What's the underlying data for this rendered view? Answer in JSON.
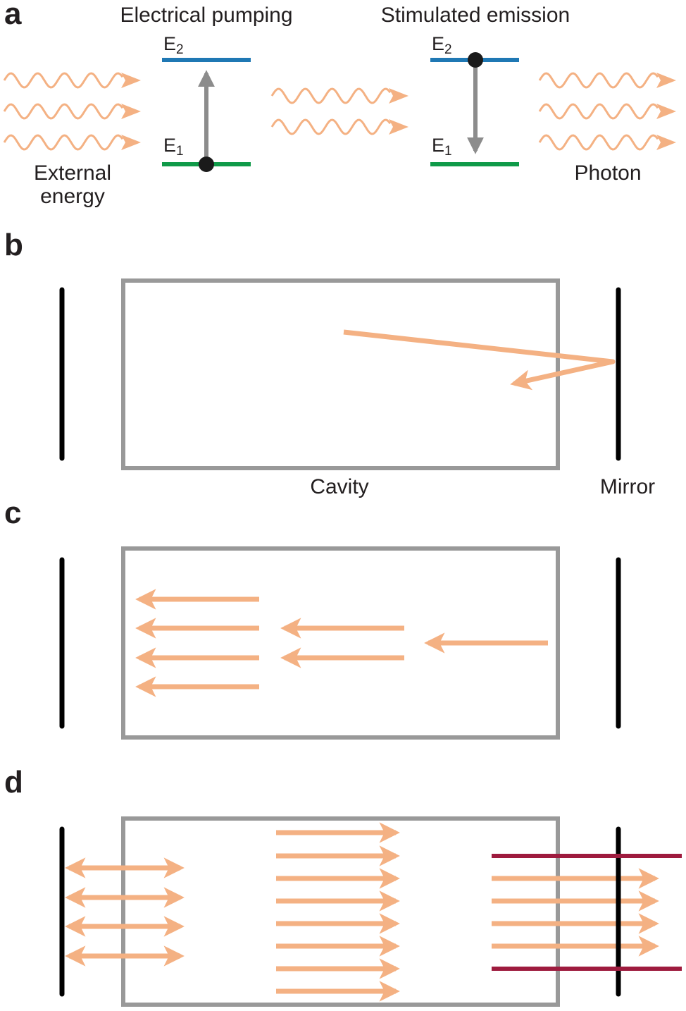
{
  "panels": {
    "a": {
      "letter": "a",
      "left_title": "Electrical pumping",
      "right_title": "Stimulated emission",
      "level_upper": {
        "base": "E",
        "sub": "2"
      },
      "level_lower": {
        "base": "E",
        "sub": "1"
      },
      "external_energy_line1": "External",
      "external_energy_line2": "energy",
      "photon_label": "Photon"
    },
    "b": {
      "letter": "b",
      "cavity_label": "Cavity",
      "mirror_label": "Mirror"
    },
    "c": {
      "letter": "c"
    },
    "d": {
      "letter": "d"
    }
  },
  "colors": {
    "photon": "#f4b183",
    "upper_level": "#1f78b4",
    "lower_level": "#0f9a48",
    "transition_arrow": "#8c8c8c",
    "electron": "#1a1a1a",
    "cavity_border": "#999999",
    "mirror": "#000000",
    "output_beam_edge": "#9e1b3e",
    "text": "#231f20"
  }
}
